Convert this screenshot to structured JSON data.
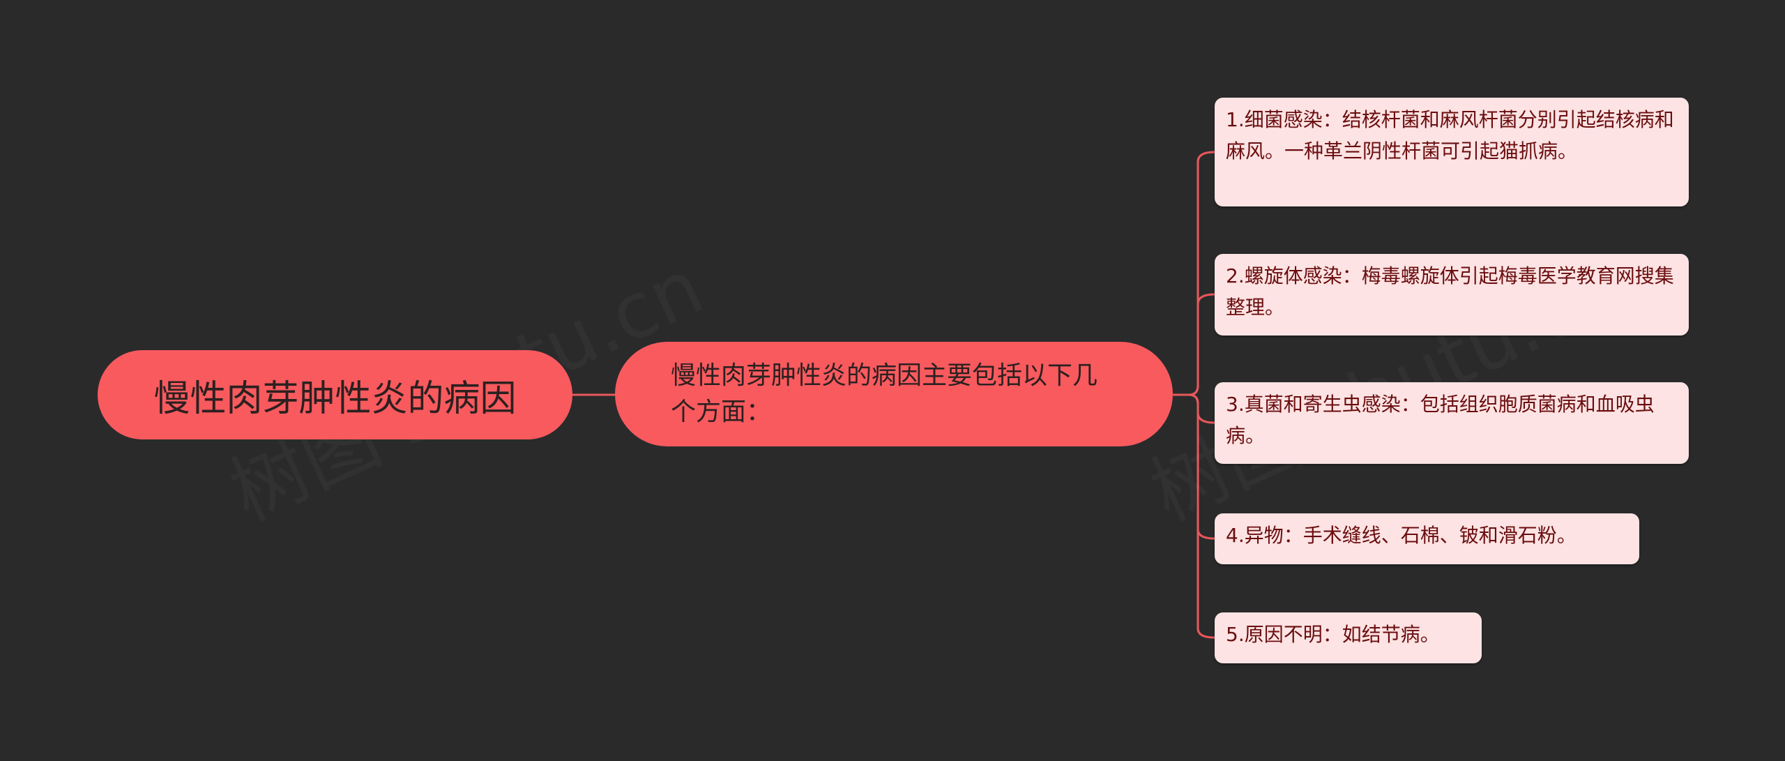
{
  "root": {
    "label": "慢性肉芽肿性炎的病因"
  },
  "main": {
    "label": "慢性肉芽肿性炎的病因主要包括以下几个方面："
  },
  "leaves": [
    {
      "label": "1.细菌感染：结核杆菌和麻风杆菌分别引起结核病和麻风。一种革兰阴性杆菌可引起猫抓病。"
    },
    {
      "label": "2.螺旋体感染：梅毒螺旋体引起梅毒医学教育网搜集整理。"
    },
    {
      "label": "3.真菌和寄生虫感染：包括组织胞质菌病和血吸虫病。"
    },
    {
      "label": "4.异物：手术缝线、石棉、铍和滑石粉。"
    },
    {
      "label": "5.原因不明：如结节病。"
    }
  ],
  "watermark": "树图 shutu.cn",
  "colors": {
    "background": "#2a2a2b",
    "node": "#f85a5e",
    "leaf": "#fde3e3",
    "leaf_text": "#6a0d0f",
    "connector": "#e8585b"
  }
}
